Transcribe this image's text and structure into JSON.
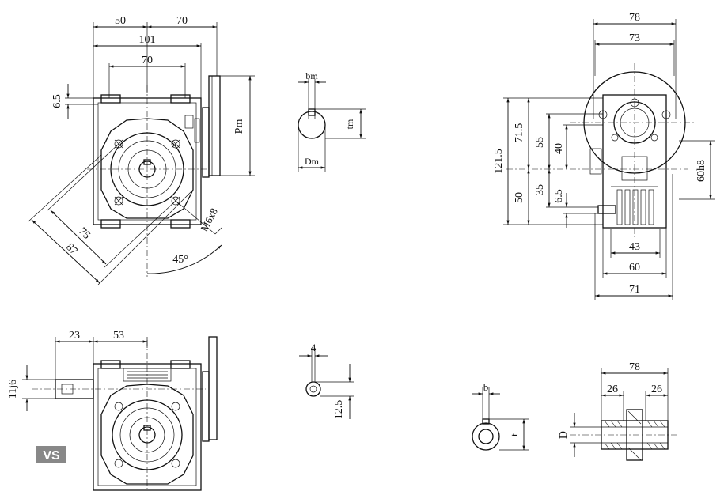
{
  "colors": {
    "line": "#111111",
    "badge_bg": "#888888",
    "badge_text": "#ffffff",
    "background": "#ffffff"
  },
  "badge": {
    "label": "VS"
  },
  "front_view": {
    "dim_50": "50",
    "dim_70_top": "70",
    "dim_101": "101",
    "dim_70_inner": "70",
    "dim_6_5": "6.5",
    "dim_pm": "Pm",
    "dim_87": "87",
    "dim_75": "75",
    "dim_m6x8": "M6x8",
    "dim_45": "45°"
  },
  "shaft_hub_detail": {
    "dim_bm": "bm",
    "dim_tm": "tm",
    "dim_dm": "Dm"
  },
  "side_view": {
    "dim_78": "78",
    "dim_73": "73",
    "dim_121_5": "121.5",
    "dim_71_5": "71.5",
    "dim_55": "55",
    "dim_40": "40",
    "dim_50": "50",
    "dim_35": "35",
    "dim_6_5": "6.5",
    "dim_60h8": "60h8",
    "dim_43": "43",
    "dim_60": "60",
    "dim_71": "71"
  },
  "input_shaft_view": {
    "dim_23": "23",
    "dim_53": "53",
    "dim_11j6": "11j6"
  },
  "small_shaft_detail": {
    "dim_4": "4",
    "dim_12_5": "12.5"
  },
  "hollow_shaft_detail": {
    "dim_b": "b",
    "dim_t": "t"
  },
  "output_shaft_detail": {
    "dim_78": "78",
    "dim_26_left": "26",
    "dim_26_right": "26",
    "dim_d": "D"
  }
}
